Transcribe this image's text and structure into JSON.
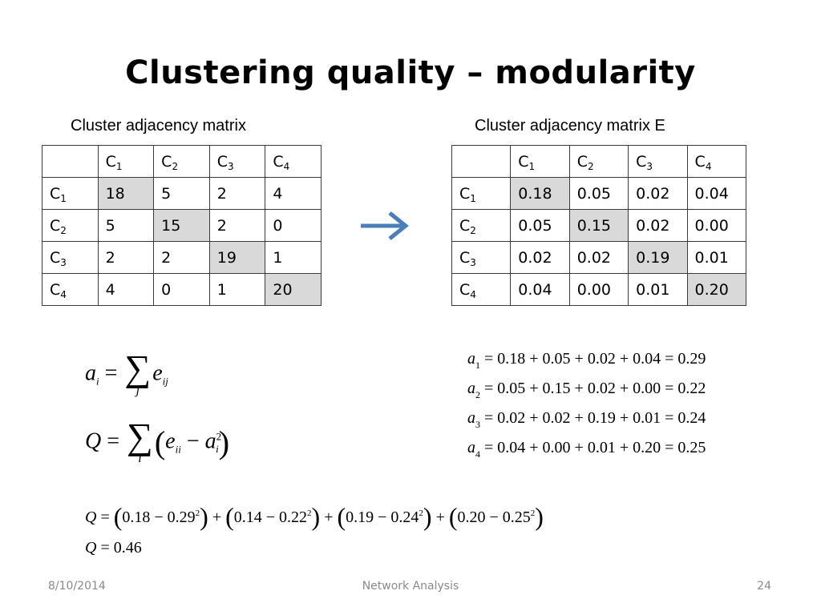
{
  "slide": {
    "title": "Clustering quality – modularity",
    "left_caption": "Cluster adjacency matrix",
    "right_caption": "Cluster adjacency matrix E"
  },
  "matrix_left": {
    "col_headers": [
      {
        "p": "C",
        "s": "1"
      },
      {
        "p": "C",
        "s": "2"
      },
      {
        "p": "C",
        "s": "3"
      },
      {
        "p": "C",
        "s": "4"
      }
    ],
    "rows": [
      {
        "label": {
          "p": "C",
          "s": "1"
        },
        "cells": [
          "18",
          "5",
          "2",
          "4"
        ]
      },
      {
        "label": {
          "p": "C",
          "s": "2"
        },
        "cells": [
          "5",
          "15",
          "2",
          "0"
        ]
      },
      {
        "label": {
          "p": "C",
          "s": "3"
        },
        "cells": [
          "2",
          "2",
          "19",
          "1"
        ]
      },
      {
        "label": {
          "p": "C",
          "s": "4"
        },
        "cells": [
          "4",
          "0",
          "1",
          "20"
        ]
      }
    ]
  },
  "matrix_right": {
    "col_headers": [
      {
        "p": "C",
        "s": "1"
      },
      {
        "p": "C",
        "s": "2"
      },
      {
        "p": "C",
        "s": "3"
      },
      {
        "p": "C",
        "s": "4"
      }
    ],
    "rows": [
      {
        "label": {
          "p": "C",
          "s": "1"
        },
        "cells": [
          "0.18",
          "0.05",
          "0.02",
          "0.04"
        ]
      },
      {
        "label": {
          "p": "C",
          "s": "2"
        },
        "cells": [
          "0.05",
          "0.15",
          "0.02",
          "0.00"
        ]
      },
      {
        "label": {
          "p": "C",
          "s": "3"
        },
        "cells": [
          "0.02",
          "0.02",
          "0.19",
          "0.01"
        ]
      },
      {
        "label": {
          "p": "C",
          "s": "4"
        },
        "cells": [
          "0.04",
          "0.00",
          "0.01",
          "0.20"
        ]
      }
    ]
  },
  "highlight_color": "#d9d9d9",
  "arrow": {
    "icon": "right-arrow-icon",
    "color": "#4a7ebb"
  },
  "formula_a": {
    "lhs": "a",
    "lhs_sub": "i",
    "eq": "=",
    "sum_index": "j",
    "term": "e",
    "term_sub": "ij"
  },
  "formula_q": {
    "lhs": "Q",
    "eq": "=",
    "sum_index": "i",
    "open": "(",
    "t1": "e",
    "t1_sub": "ii",
    "minus": "−",
    "t2": "a",
    "t2_sup": "2",
    "t2_sub": "i",
    "close": ")"
  },
  "a_values": [
    {
      "sub": "1",
      "expr": "= 0.18 + 0.05 + 0.02 + 0.04 = 0.29"
    },
    {
      "sub": "2",
      "expr": "= 0.05 + 0.15 + 0.02 + 0.00 = 0.22"
    },
    {
      "sub": "3",
      "expr": "= 0.02 + 0.02 + 0.19 + 0.01 = 0.24"
    },
    {
      "sub": "4",
      "expr": "= 0.04 + 0.00 + 0.01 + 0.20 = 0.25"
    }
  ],
  "q_eval": {
    "terms": [
      {
        "a": "0.18",
        "b": "0.29"
      },
      {
        "a": "0.14",
        "b": "0.22"
      },
      {
        "a": "0.19",
        "b": "0.24"
      },
      {
        "a": "0.20",
        "b": "0.25"
      }
    ],
    "result": "= 0.46"
  },
  "footer": {
    "date": "8/10/2014",
    "center": "Network Analysis",
    "page": "24"
  }
}
